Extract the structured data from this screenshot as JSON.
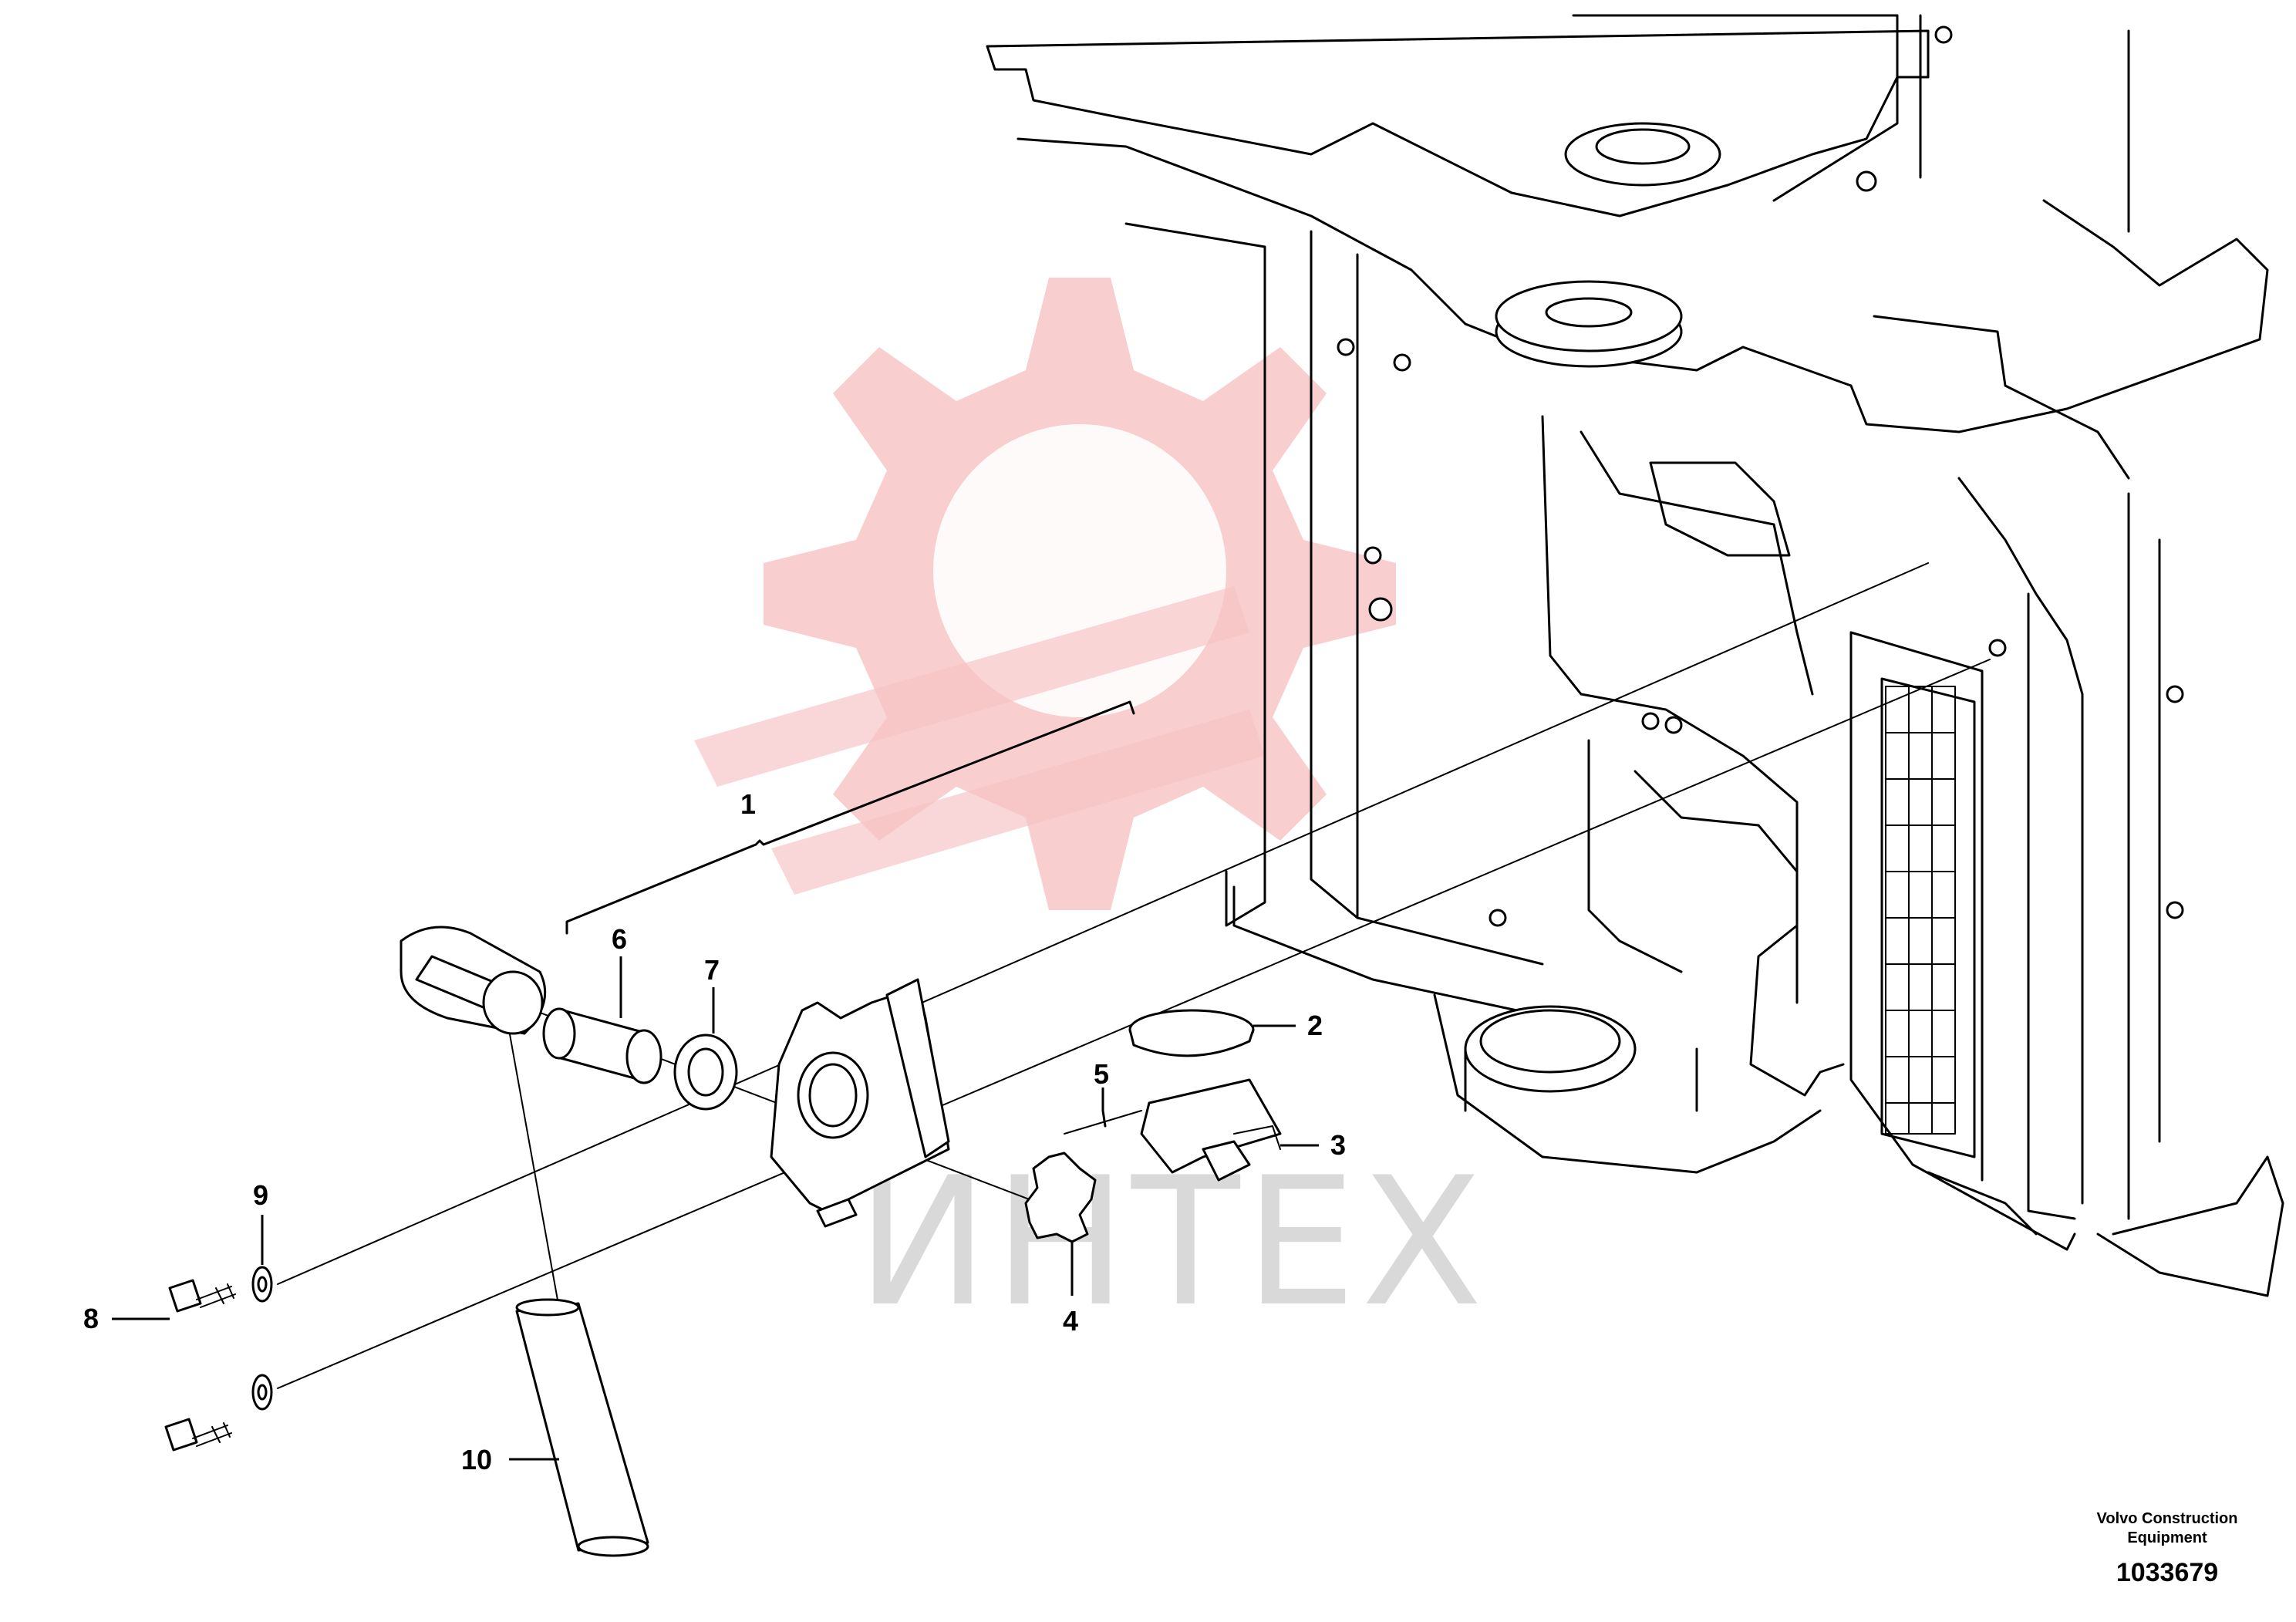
{
  "callouts": {
    "c1": "1",
    "c2": "2",
    "c3": "3",
    "c4": "4",
    "c5": "5",
    "c6": "6",
    "c7": "7",
    "c8": "8",
    "c9": "9",
    "c10": "10"
  },
  "footer": {
    "company_line1": "Volvo Construction",
    "company_line2": "Equipment",
    "drawing_number": "1033679"
  },
  "watermark": {
    "text": "ИНТЕХ",
    "color": "#f7c5c6"
  }
}
